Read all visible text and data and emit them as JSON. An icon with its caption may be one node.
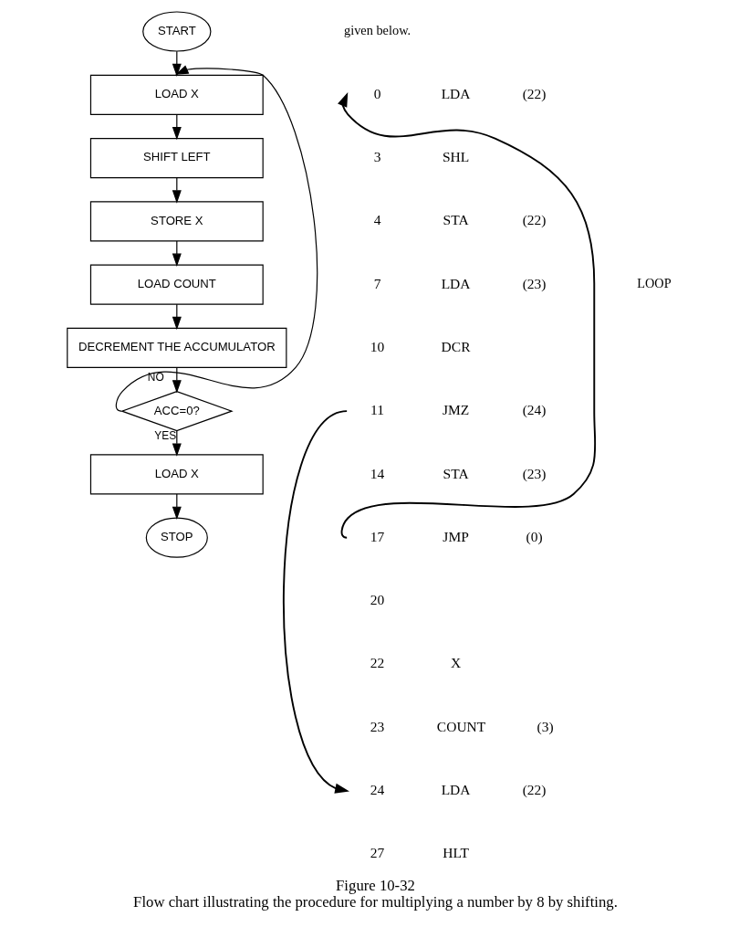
{
  "diagram": {
    "title": "Figure 10-32",
    "caption": "Flow chart illustrating the procedure for multiplying a number by 8 by shifting.",
    "nodes": [
      {
        "text": [
          "START"
        ]
      },
      {
        "text": [
          "LOAD X"
        ]
      },
      {
        "text": [
          "SHIFT LEFT"
        ]
      },
      {
        "text": [
          "STORE X"
        ]
      },
      {
        "text": [
          "LOAD COUNT"
        ]
      },
      {
        "text": [
          "DECREMENT THE ACCUMULATOR"
        ]
      },
      {
        "text": [
          "ACC=0?"
        ]
      },
      {
        "text": [
          "LOAD X"
        ]
      },
      {
        "text": [
          "STOP"
        ]
      },
      {
        "text": [
          "0"
        ]
      },
      {
        "text": [
          "11"
        ]
      },
      {
        "text": [
          "17"
        ]
      },
      {
        "text": [
          "24"
        ]
      }
    ],
    "edges": [
      {
        "from": 0,
        "to": 1,
        "arrow": "to"
      },
      {
        "from": 1,
        "to": 2,
        "arrow": "to"
      },
      {
        "from": 2,
        "to": 3,
        "arrow": "to"
      },
      {
        "from": 3,
        "to": 4,
        "arrow": "to"
      },
      {
        "from": 4,
        "to": 5,
        "arrow": "to"
      },
      {
        "from": 5,
        "to": 6,
        "arrow": "to"
      },
      {
        "from": 6,
        "to": 7,
        "arrow": "to",
        "label": "YES"
      },
      {
        "from": 7,
        "to": 8,
        "arrow": "to"
      },
      {
        "from": 6,
        "to": 1,
        "arrow": "to",
        "label": "NO"
      },
      {
        "from": 11,
        "to": 9,
        "arrow": "to"
      },
      {
        "from": 10,
        "to": 12,
        "arrow": "to"
      }
    ],
    "labels": [
      "given below.",
      "LDA",
      "(22)",
      "3",
      "SHL",
      "4",
      "STA",
      "(22)",
      "7",
      "LDA",
      "(23)",
      "10",
      "DCR",
      "JMZ",
      "(24)",
      "14",
      "STA",
      "(23)",
      "JMP",
      "(0)",
      "20",
      "22",
      "X",
      "23",
      "COUNT",
      "(3)",
      "LDA",
      "(22)",
      "27",
      "HLT",
      "LOOP"
    ]
  }
}
